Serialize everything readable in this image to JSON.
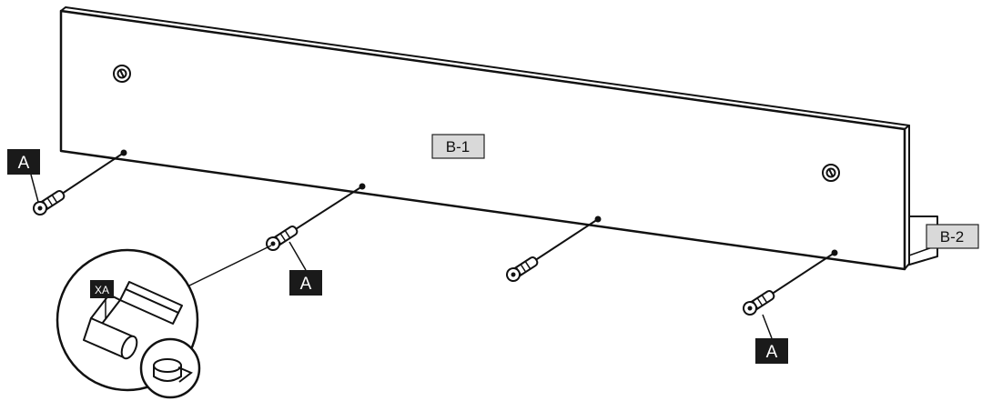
{
  "labels": {
    "panel_main": "B-1",
    "panel_side": "B-2",
    "screw": "A",
    "tool": "XA"
  }
}
